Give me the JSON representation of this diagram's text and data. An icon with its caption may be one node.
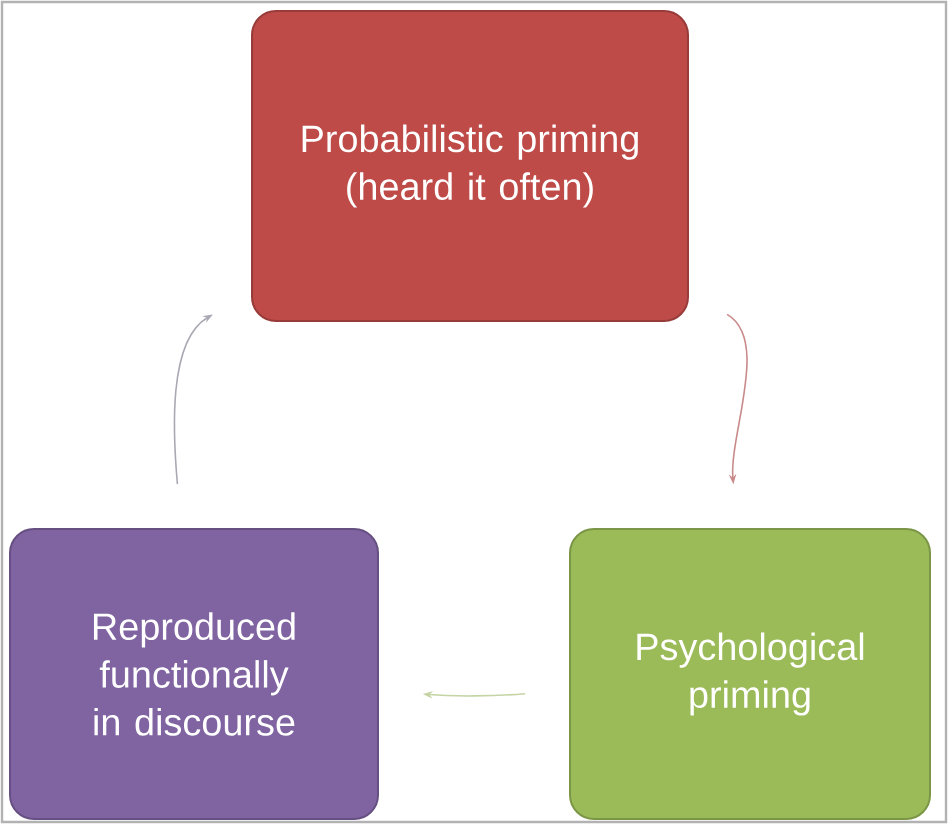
{
  "diagram": {
    "nodes": [
      {
        "text": [
          "Probabilistic priming (heard it often)"
        ]
      },
      {
        "text": [
          "Psychological priming"
        ]
      },
      {
        "text": [
          "Reproduced functionally in discourse"
        ]
      }
    ],
    "edges": [
      {
        "from": 0,
        "to": 1,
        "arrow": "to",
        "color": "#c98a8a"
      },
      {
        "from": 1,
        "to": 2,
        "arrow": "to",
        "color": "#c4d4a4"
      },
      {
        "from": 2,
        "to": 0,
        "arrow": "to",
        "color": "#a9a9b4"
      }
    ]
  }
}
